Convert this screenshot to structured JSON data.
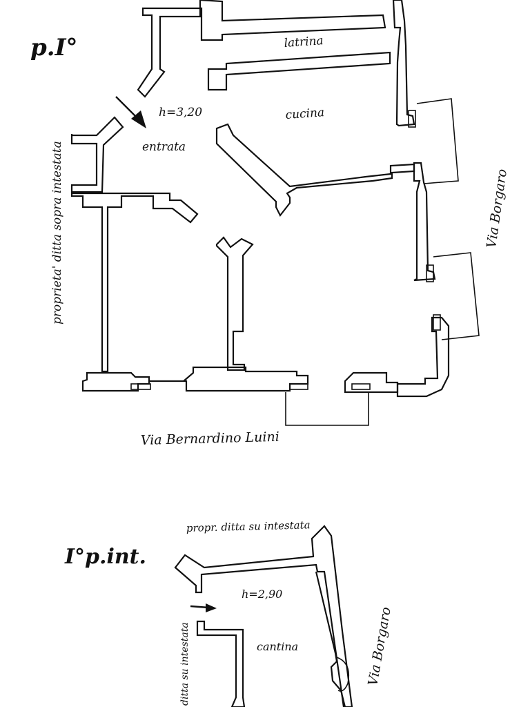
{
  "upper_plan": {
    "floor_label": "p.I°",
    "rooms": {
      "latrine": "latrina",
      "kitchen": "cucina",
      "entrance": "entrata"
    },
    "height": "h=3,20",
    "neighbor": "proprieta' ditta sopra intestata",
    "street_bottom": "Via Bernardino Luini",
    "street_right": "Via Borgaro"
  },
  "lower_plan": {
    "floor_label": "I°p.int.",
    "neighbor_top": "propr. ditta su intestata",
    "neighbor_left": "ditta su intestata",
    "height": "h=2,90",
    "room": "cantina",
    "street_right": "Via Borgaro"
  }
}
